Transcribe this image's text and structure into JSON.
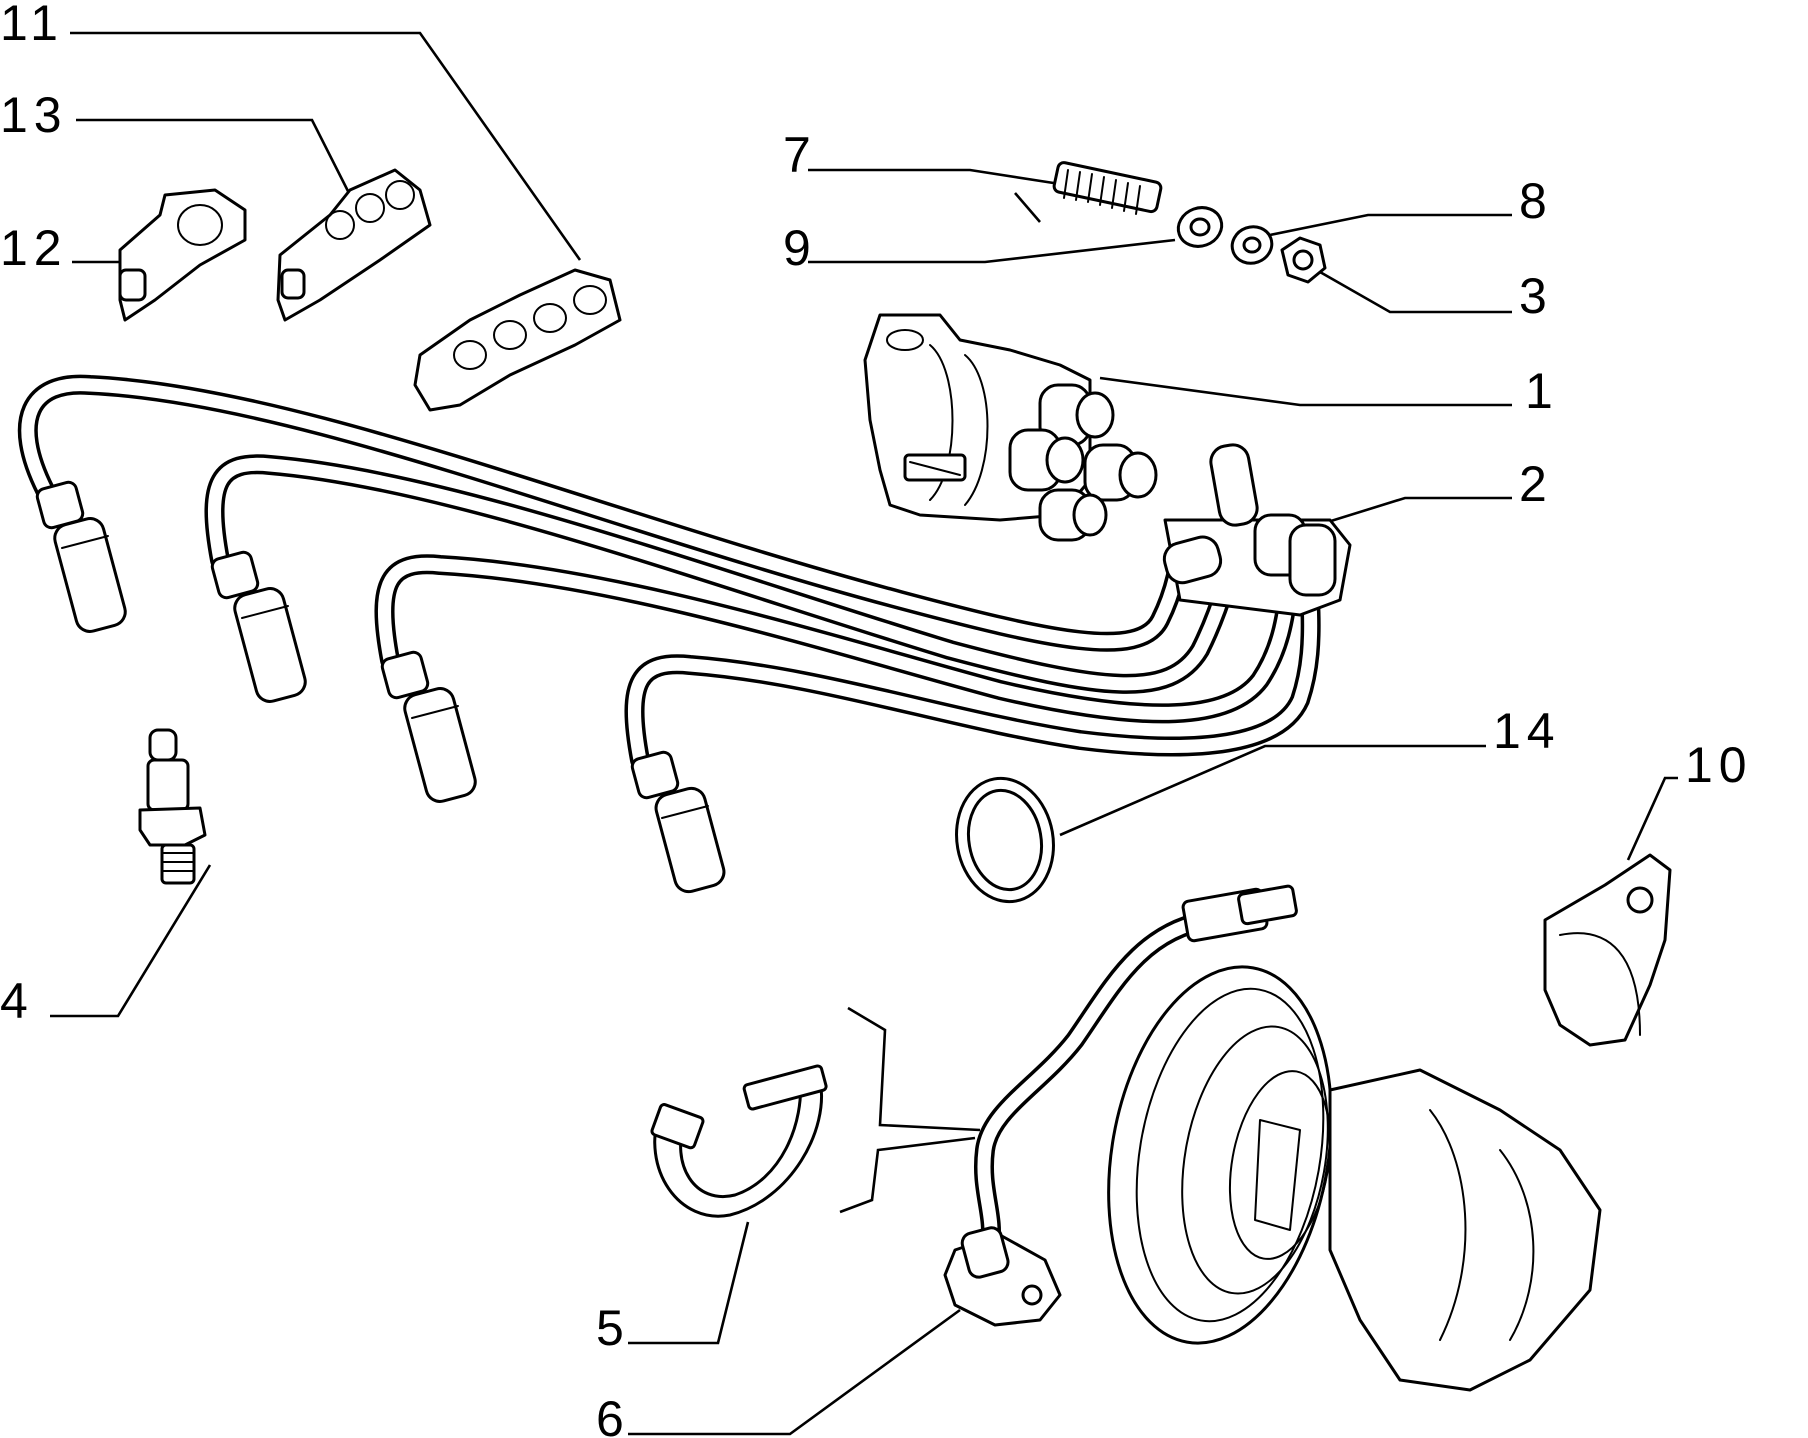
{
  "callouts": {
    "c1": "1",
    "c2": "2",
    "c3": "3",
    "c4": "4",
    "c5": "5",
    "c6": "6",
    "c7": "7",
    "c8": "8",
    "c9": "9",
    "c10": "10",
    "c11": "11",
    "c12": "12",
    "c13": "13",
    "c14": "14"
  },
  "colors": {
    "ink": "#000000",
    "paper": "#ffffff"
  }
}
